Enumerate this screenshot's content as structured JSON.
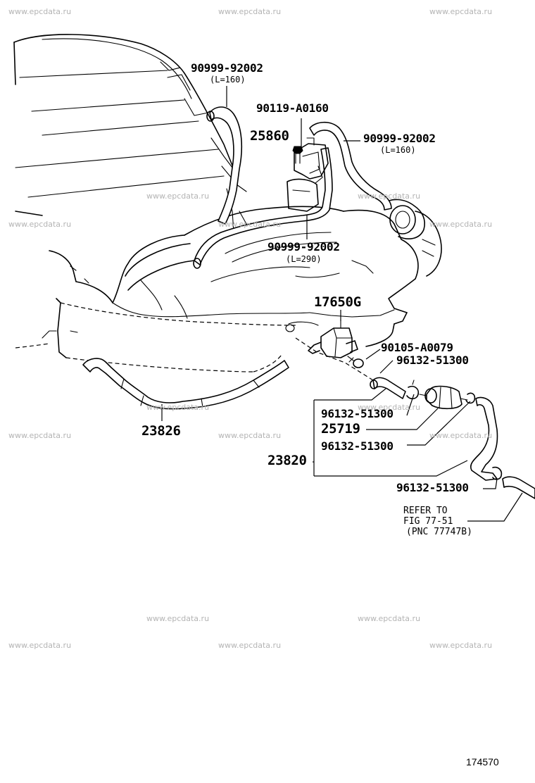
{
  "watermark": "www.epcdata.ru",
  "parts": {
    "hose_upper": "90999-92002",
    "hose_upper_len": "(L=160)",
    "bolt": "90119-A0160",
    "bracket": "25860",
    "hose_right": "90999-92002",
    "hose_right_len": "(L=160)",
    "hose_lower": "90999-92002",
    "hose_lower_len": "(L=290)",
    "vsv": "17650G",
    "screw": "90105-A0079",
    "clip_1": "96132-51300",
    "clip_2": "96132-51300",
    "filter": "25719",
    "clip_3": "96132-51300",
    "hose_assy": "23820",
    "clip_4": "96132-51300",
    "hose_left": "23826"
  },
  "refer": {
    "line1": "REFER TO",
    "line2": "FIG 77-51",
    "line3": "(PNC 77747B)"
  },
  "figure_number": "174570"
}
